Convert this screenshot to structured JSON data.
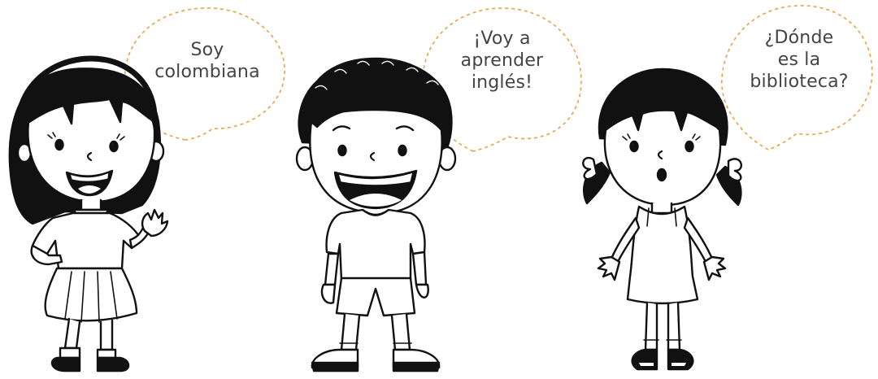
{
  "colors": {
    "ink": "#111111",
    "bubble_border": "#e8a24a",
    "text": "#444444",
    "background": "#ffffff"
  },
  "bubbles": [
    {
      "speaker": "girl-left",
      "lines": [
        "Soy",
        "colombiana"
      ]
    },
    {
      "speaker": "boy-middle",
      "lines": [
        "¡Voy a",
        "aprender",
        "inglés!"
      ]
    },
    {
      "speaker": "girl-right",
      "lines": [
        "¿Dónde",
        "es la",
        "biblioteca?"
      ]
    }
  ]
}
